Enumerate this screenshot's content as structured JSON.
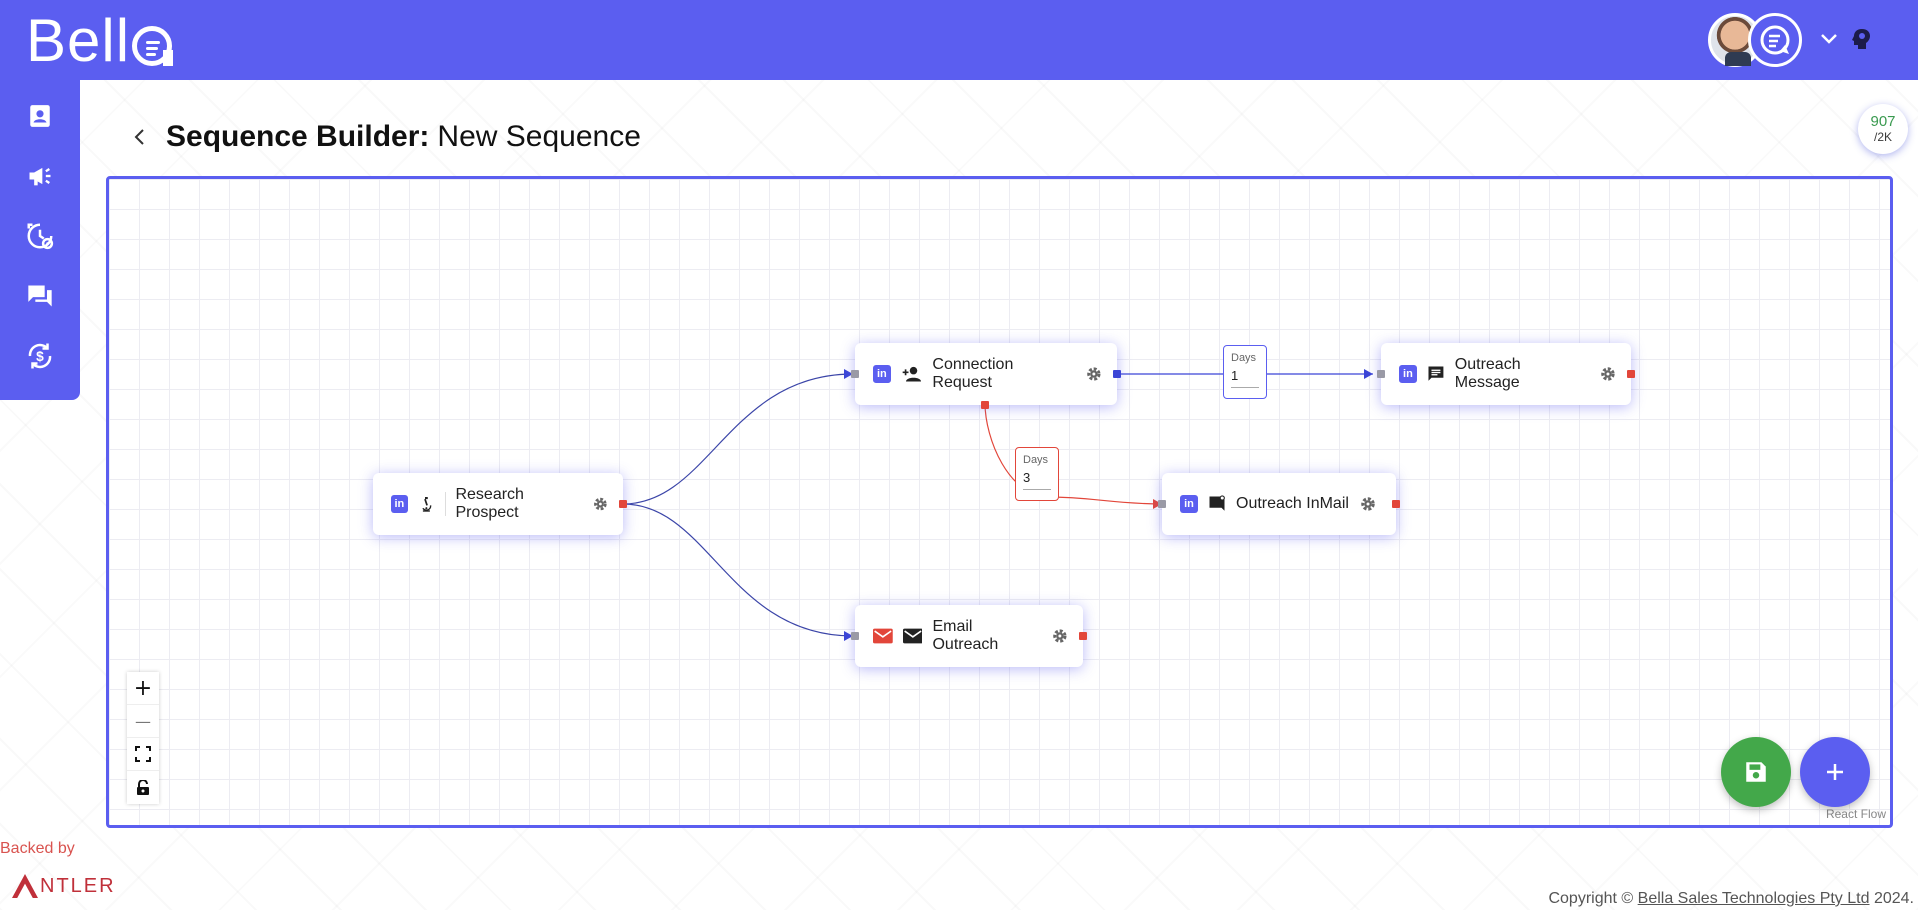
{
  "brand": {
    "logo_text": "Bell"
  },
  "header": {
    "user_menu_chevron": "⌄"
  },
  "credits": {
    "used": "907",
    "total": "/2K"
  },
  "page": {
    "title_strong": "Sequence Builder:",
    "title_rest": "New Sequence"
  },
  "sidebar": {
    "items": [
      {
        "icon": "contacts-icon"
      },
      {
        "icon": "campaign-icon"
      },
      {
        "icon": "history-settings-icon"
      },
      {
        "icon": "forum-icon"
      },
      {
        "icon": "currency-exchange-icon"
      }
    ]
  },
  "flow": {
    "nodes": {
      "research": {
        "label": "Research Prospect",
        "channel": "linkedin"
      },
      "connection": {
        "label": "Connection Request",
        "channel": "linkedin"
      },
      "outreach_message": {
        "label": "Outreach Message",
        "channel": "linkedin"
      },
      "outreach_inmail": {
        "label": "Outreach InMail",
        "channel": "linkedin"
      },
      "email": {
        "label": "Email Outreach",
        "channel": "email"
      }
    },
    "delays": [
      {
        "label": "Days",
        "value": "1"
      },
      {
        "label": "Days",
        "value": "3"
      }
    ],
    "controls": {
      "zoom_in": "+",
      "zoom_out": "—"
    },
    "attribution": "React Flow"
  },
  "footer": {
    "backed_by": "Backed by",
    "antler": "NTLER",
    "copyright_prefix": "Copyright ©",
    "company": "Bella Sales Technologies Pty Ltd",
    "year_suffix": "2024."
  },
  "colors": {
    "primary": "#5b5ef0",
    "save": "#43a84a",
    "red_edge": "#e2463a",
    "blue_edge": "#3b45d6"
  }
}
